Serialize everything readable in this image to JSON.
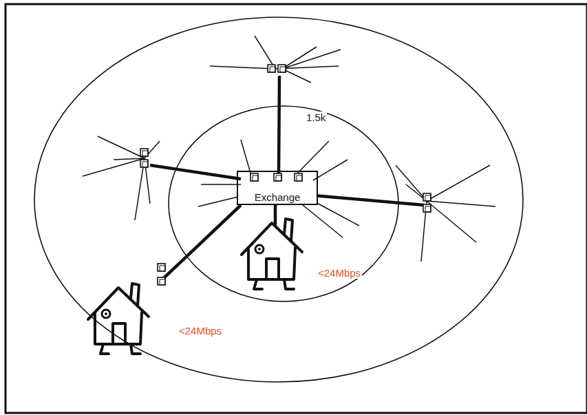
{
  "diagram": {
    "nodes": [
      {
        "text": [
          "Exchange"
        ]
      }
    ],
    "labels": [
      "1.5k",
      "<24Mbps",
      "<24Mbps"
    ]
  }
}
